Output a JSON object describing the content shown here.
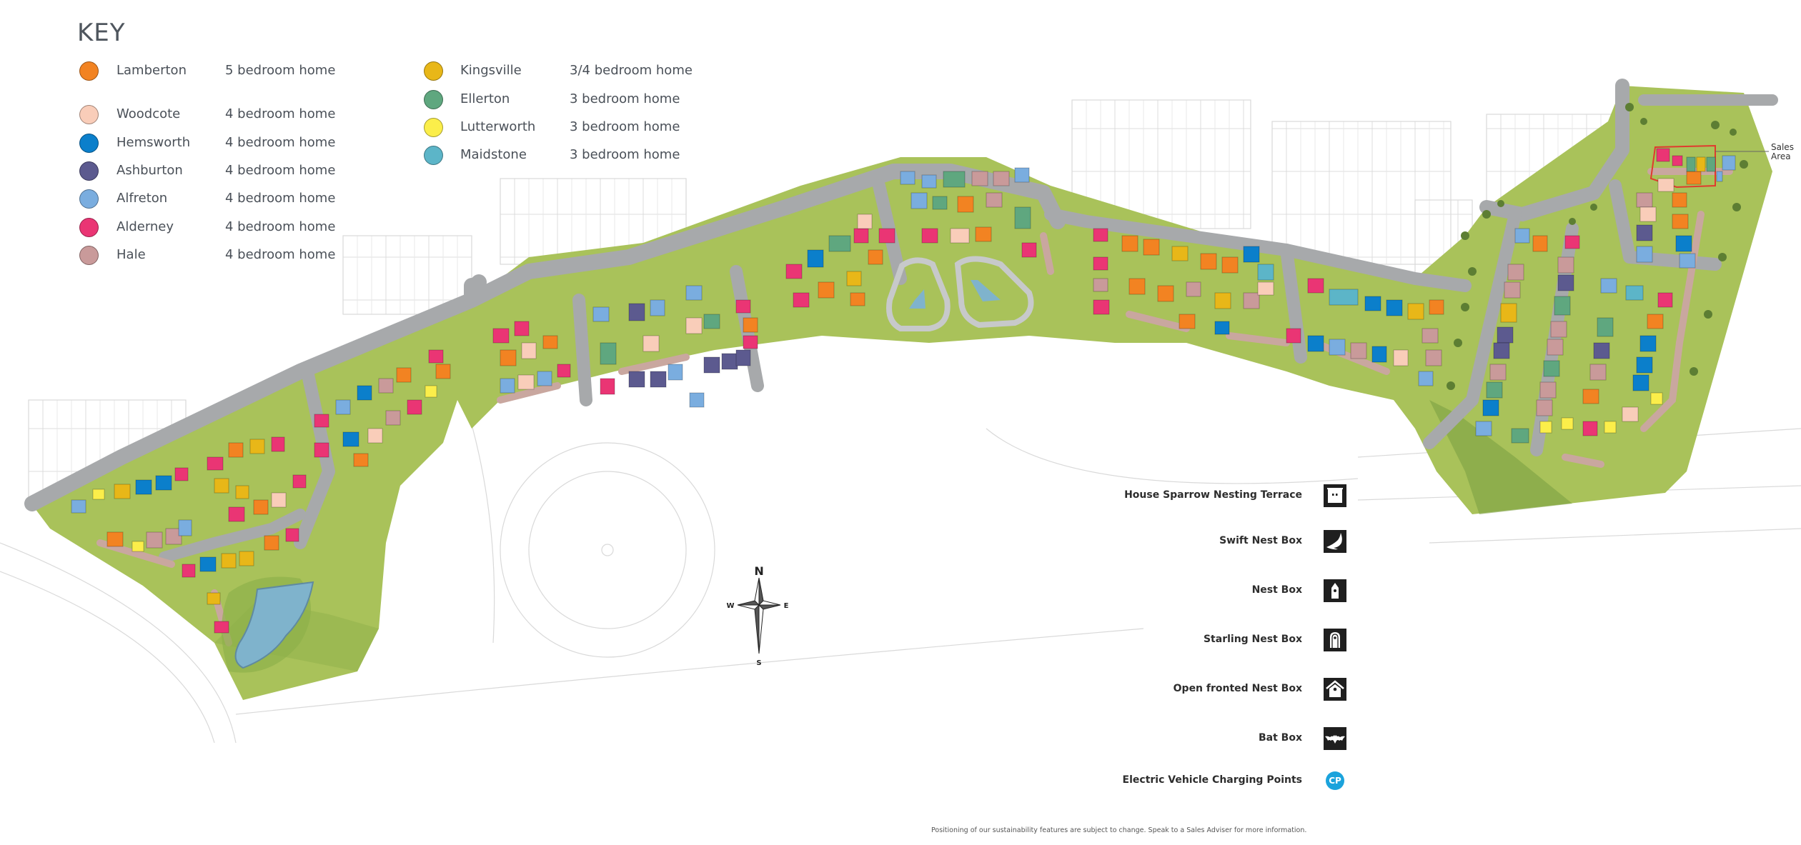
{
  "key": {
    "title": "KEY",
    "house_types": [
      {
        "name": "Lamberton",
        "desc": "5 bedroom home",
        "color": "#f28322"
      },
      {
        "name": "Woodcote",
        "desc": "4 bedroom home",
        "color": "#f9cdb9"
      },
      {
        "name": "Hemsworth",
        "desc": "4 bedroom home",
        "color": "#0b7fcb"
      },
      {
        "name": "Ashburton",
        "desc": "4 bedroom home",
        "color": "#5c5a8f"
      },
      {
        "name": "Alfreton",
        "desc": "4 bedroom home",
        "color": "#7aaddf"
      },
      {
        "name": "Alderney",
        "desc": "4 bedroom home",
        "color": "#ea3574"
      },
      {
        "name": "Hale",
        "desc": "4 bedroom home",
        "color": "#c99a9a"
      },
      {
        "name": "Kingsville",
        "desc": "3/4 bedroom home",
        "color": "#e8b718"
      },
      {
        "name": "Ellerton",
        "desc": "3 bedroom home",
        "color": "#5fa77f"
      },
      {
        "name": "Lutterworth",
        "desc": "3 bedroom home",
        "color": "#fbee4a"
      },
      {
        "name": "Maidstone",
        "desc": "3 bedroom home",
        "color": "#5cb5c8"
      }
    ]
  },
  "sustainability": {
    "items": [
      {
        "label": "House Sparrow Nesting Terrace",
        "icon": "sparrow-terrace-icon"
      },
      {
        "label": "Swift Nest Box",
        "icon": "swift-icon"
      },
      {
        "label": "Nest Box",
        "icon": "nest-box-icon"
      },
      {
        "label": "Starling Nest Box",
        "icon": "starling-box-icon"
      },
      {
        "label": "Open fronted Nest Box",
        "icon": "open-nest-box-icon"
      },
      {
        "label": "Bat Box",
        "icon": "bat-icon"
      },
      {
        "label": "Electric Vehicle Charging Points",
        "icon": "ev-charging-icon",
        "badge": "CP",
        "color": "#1ba3dc"
      }
    ]
  },
  "map": {
    "sales_area_label": "Sales\nArea",
    "sales_area_line1": "Sales",
    "sales_area_line2": "Area",
    "compass": {
      "n": "N",
      "s": "S",
      "e": "E",
      "w": "W"
    },
    "colors": {
      "grass": "#a9c25a",
      "grass_dark": "#8fb04a",
      "road": "#a7a9ab",
      "path": "#c9a79f",
      "water": "#7fb3cc",
      "plot": "#b9c867"
    }
  },
  "footnote": "Positioning of our sustainability features are subject to change. Speak to a Sales Adviser for more information."
}
